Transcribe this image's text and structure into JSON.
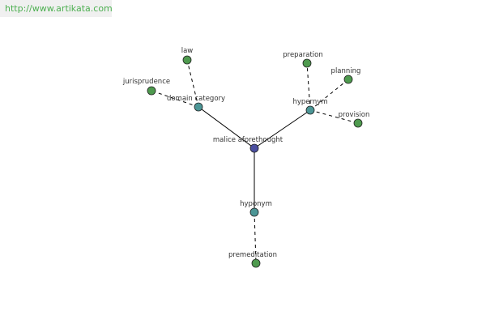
{
  "watermark": "http://www.artikata.com",
  "colors": {
    "center": "#4b4fa0",
    "relation": "#4c9696",
    "leaf": "#4e9a4e"
  },
  "nodes": {
    "malice_aforethought": "malice aforethought",
    "domain_category": "domain category",
    "hypernym": "hypernym",
    "hyponym": "hyponym",
    "law": "law",
    "jurisprudence": "jurisprudence",
    "preparation": "preparation",
    "planning": "planning",
    "provision": "provision",
    "premeditation": "premeditation"
  }
}
